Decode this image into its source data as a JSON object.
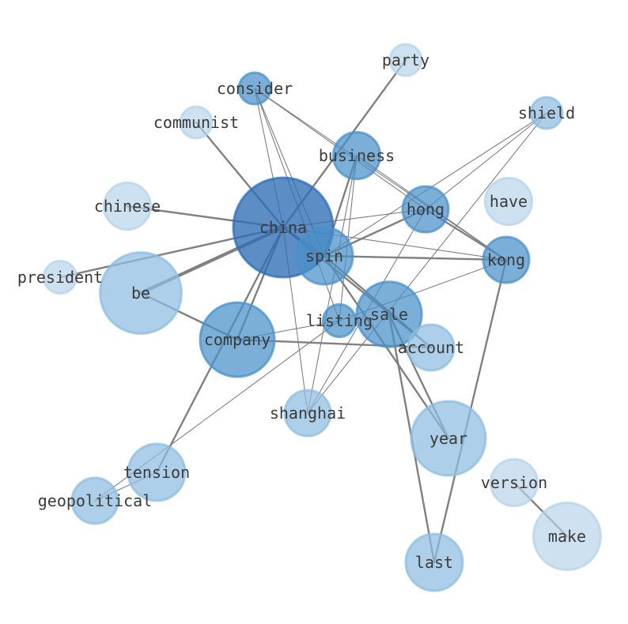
{
  "colors": {
    "edge": "#7a7a7a",
    "label": "#3a3a3a",
    "node_strong": "#2f6db5",
    "node_mid": "#4a90c9",
    "node_light": "#8dbde0",
    "node_pale": "#b6d3ea"
  },
  "nodes": [
    {
      "id": "china",
      "label": "china",
      "weight": 1.0,
      "tone": "node_strong"
    },
    {
      "id": "spin",
      "label": "spin",
      "weight": 0.58,
      "tone": "node_mid"
    },
    {
      "id": "business",
      "label": "business",
      "weight": 0.48,
      "tone": "node_mid"
    },
    {
      "id": "hong",
      "label": "hong",
      "weight": 0.47,
      "tone": "node_mid"
    },
    {
      "id": "kong",
      "label": "kong",
      "weight": 0.47,
      "tone": "node_mid"
    },
    {
      "id": "sale",
      "label": "sale",
      "weight": 0.66,
      "tone": "node_mid"
    },
    {
      "id": "listing",
      "label": "listing",
      "weight": 0.34,
      "tone": "node_mid"
    },
    {
      "id": "company",
      "label": "company",
      "weight": 0.75,
      "tone": "node_mid"
    },
    {
      "id": "consider",
      "label": "consider",
      "weight": 0.33,
      "tone": "node_mid"
    },
    {
      "id": "shield",
      "label": "shield",
      "weight": 0.33,
      "tone": "node_light"
    },
    {
      "id": "party",
      "label": "party",
      "weight": 0.33,
      "tone": "node_pale"
    },
    {
      "id": "communist",
      "label": "communist",
      "weight": 0.33,
      "tone": "node_pale"
    },
    {
      "id": "chinese",
      "label": "chinese",
      "weight": 0.48,
      "tone": "node_pale"
    },
    {
      "id": "have",
      "label": "have",
      "weight": 0.48,
      "tone": "node_pale"
    },
    {
      "id": "president",
      "label": "president",
      "weight": 0.34,
      "tone": "node_pale"
    },
    {
      "id": "be",
      "label": "be",
      "weight": 0.82,
      "tone": "node_light"
    },
    {
      "id": "account",
      "label": "account",
      "weight": 0.47,
      "tone": "node_light"
    },
    {
      "id": "shanghai",
      "label": "shanghai",
      "weight": 0.47,
      "tone": "node_light"
    },
    {
      "id": "year",
      "label": "year",
      "weight": 0.75,
      "tone": "node_light"
    },
    {
      "id": "tension",
      "label": "tension",
      "weight": 0.58,
      "tone": "node_light"
    },
    {
      "id": "geopolitical",
      "label": "geopolitical",
      "weight": 0.47,
      "tone": "node_light"
    },
    {
      "id": "version",
      "label": "version",
      "weight": 0.48,
      "tone": "node_pale"
    },
    {
      "id": "make",
      "label": "make",
      "weight": 0.68,
      "tone": "node_pale"
    },
    {
      "id": "last",
      "label": "last",
      "weight": 0.58,
      "tone": "node_light"
    }
  ],
  "edges": [
    {
      "source": "china",
      "target": "be",
      "weight": 4
    },
    {
      "source": "china",
      "target": "party",
      "weight": 2
    },
    {
      "source": "china",
      "target": "communist",
      "weight": 2
    },
    {
      "source": "china",
      "target": "chinese",
      "weight": 2
    },
    {
      "source": "china",
      "target": "president",
      "weight": 2
    },
    {
      "source": "china",
      "target": "spin",
      "weight": 2
    },
    {
      "source": "china",
      "target": "hong",
      "weight": 1
    },
    {
      "source": "china",
      "target": "kong",
      "weight": 1
    },
    {
      "source": "china",
      "target": "account",
      "weight": 2
    },
    {
      "source": "china",
      "target": "company",
      "weight": 2
    },
    {
      "source": "china",
      "target": "tension",
      "weight": 2
    },
    {
      "source": "china",
      "target": "consider",
      "weight": 1
    },
    {
      "source": "china",
      "target": "shanghai",
      "weight": 1
    },
    {
      "source": "consider",
      "target": "hong",
      "weight": 1
    },
    {
      "source": "consider",
      "target": "kong",
      "weight": 1
    },
    {
      "source": "consider",
      "target": "listing",
      "weight": 1
    },
    {
      "source": "consider",
      "target": "spin",
      "weight": 1
    },
    {
      "source": "business",
      "target": "spin",
      "weight": 2
    },
    {
      "source": "business",
      "target": "listing",
      "weight": 1
    },
    {
      "source": "business",
      "target": "kong",
      "weight": 1
    },
    {
      "source": "business",
      "target": "shanghai",
      "weight": 1
    },
    {
      "source": "hong",
      "target": "kong",
      "weight": 2
    },
    {
      "source": "hong",
      "target": "spin",
      "weight": 2
    },
    {
      "source": "hong",
      "target": "shanghai",
      "weight": 1
    },
    {
      "source": "shield",
      "target": "spin",
      "weight": 1
    },
    {
      "source": "shield",
      "target": "hong",
      "weight": 1
    },
    {
      "source": "shield",
      "target": "shanghai",
      "weight": 1
    },
    {
      "source": "spin",
      "target": "kong",
      "weight": 2
    },
    {
      "source": "spin",
      "target": "account",
      "weight": 2
    },
    {
      "source": "spin",
      "target": "year",
      "weight": 2
    },
    {
      "source": "be",
      "target": "company",
      "weight": 2
    },
    {
      "source": "company",
      "target": "account",
      "weight": 2
    },
    {
      "source": "company",
      "target": "listing",
      "weight": 1
    },
    {
      "source": "sale",
      "target": "last",
      "weight": 2
    },
    {
      "source": "sale",
      "target": "year",
      "weight": 2
    },
    {
      "source": "kong",
      "target": "last",
      "weight": 2
    },
    {
      "source": "kong",
      "target": "listing",
      "weight": 1
    },
    {
      "source": "listing",
      "target": "geopolitical",
      "weight": 1
    },
    {
      "source": "tension",
      "target": "geopolitical",
      "weight": 1
    },
    {
      "source": "version",
      "target": "make",
      "weight": 2
    }
  ]
}
